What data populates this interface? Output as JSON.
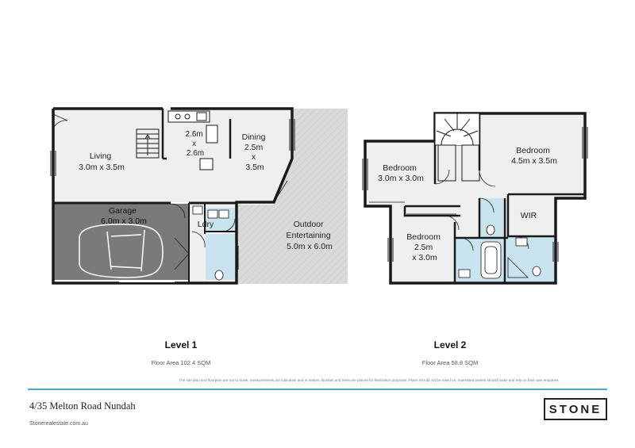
{
  "level1": {
    "title": "Level 1",
    "floor_area": "Floor Area 102.4 SQM",
    "rooms": {
      "living": [
        "Living",
        "3.0m x 3.5m"
      ],
      "kitchen": [
        "2.6m",
        "x",
        "2.6m"
      ],
      "dining": [
        "Dining",
        "2.5m",
        "x",
        "3.5m"
      ],
      "garage": [
        "Garage",
        "6.0m x 3.0m"
      ],
      "laundry": [
        "Ldry"
      ],
      "outdoor": [
        "Outdoor",
        "Entertaining",
        "5.0m x 6.0m"
      ]
    }
  },
  "level2": {
    "title": "Level 2",
    "floor_area": "Floor Area 58.8 SQM",
    "rooms": {
      "bedroom1": [
        "Bedroom",
        "4.5m x 3.5m"
      ],
      "bedroom2": [
        "Bedroom",
        "3.0m x 3.0m"
      ],
      "bedroom3": [
        "Bedroom",
        "2.5m",
        "x 3.0m"
      ],
      "wir": [
        "WIR"
      ]
    }
  },
  "disclaimer": "The site plan and floorplan are not to scale, measurements are indicative and in metres. Bushes and trees are placed for illustration purposes. Plans should not be relied on. Interested parties should make and rely on their own enquiries.",
  "footer": {
    "address": "4/35 Melton Road Nundah",
    "website": "Stonerealestate.com.au",
    "logo": "STONE"
  },
  "colors": {
    "accent_rule": "#4aa8c4",
    "wall": "#1a1a1a",
    "wet_area": "#c9e3ef",
    "garage": "#7a7a7a",
    "outdoor": "#d9d9d9",
    "room_floor": "#efefef"
  }
}
